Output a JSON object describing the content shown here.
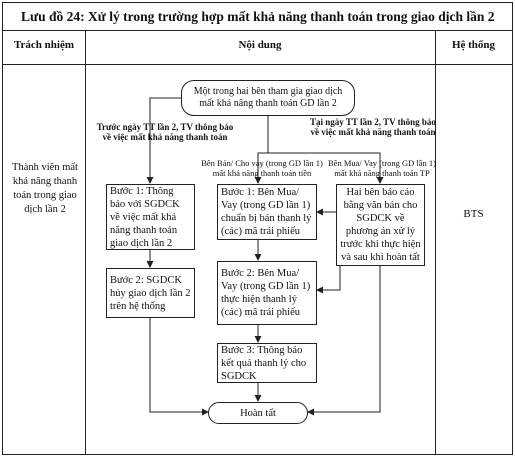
{
  "title": "Lưu đồ 24: Xử lý trong trường hợp mất khả năng thanh toán trong giao dịch lần 2",
  "headers": {
    "responsibility": "Trách nhiệm",
    "content": "Nội dung",
    "system": "Hệ thống"
  },
  "responsibility": "Thành viên mất khả năng thanh toán trong giao dịch lần 2",
  "system": "BTS",
  "start": "Một trong hai bên tham gia giao dịch mất khả năng thanh toán GD lần 2",
  "branch_labels": {
    "before": "Trước ngày TT lần 2, TV thông báo về việc mất khả năng thanh toán",
    "on_day": "Tại ngày TT lần 2, TV thông báo về việc mất khả năng thanh toán",
    "seller": "Bên Bán/ Cho vay (trong GD lần 1) mất khả năng thanh toán tiền",
    "buyer": "Bên Mua/ Vay (trong GD lần 1) mất khả năng thanh toán TP"
  },
  "steps": {
    "left1": "Bước 1: Thông báo với SGDCK về việc mất khả năng thanh toán giao dịch lần 2",
    "left2": "Bước 2: SGDCK hủy giao dịch lần 2 trên hệ thống",
    "mid1": "Bước 1: Bên Mua/ Vay (trong GD lần 1) chuẩn bị bán thanh lý (các) mã trái phiếu",
    "mid2": "Bước 2: Bên Mua/ Vay (trong GD lần 1) thực hiện thanh lý (các) mã trái phiếu",
    "mid3": "Bước 3: Thông báo kết quả thanh lý cho SGDCK",
    "right": "Hai bên báo cáo bằng văn bản cho SGDCK về phương án xử lý trước khi thực hiện và sau khi hoàn tất"
  },
  "end": "Hoàn tất"
}
